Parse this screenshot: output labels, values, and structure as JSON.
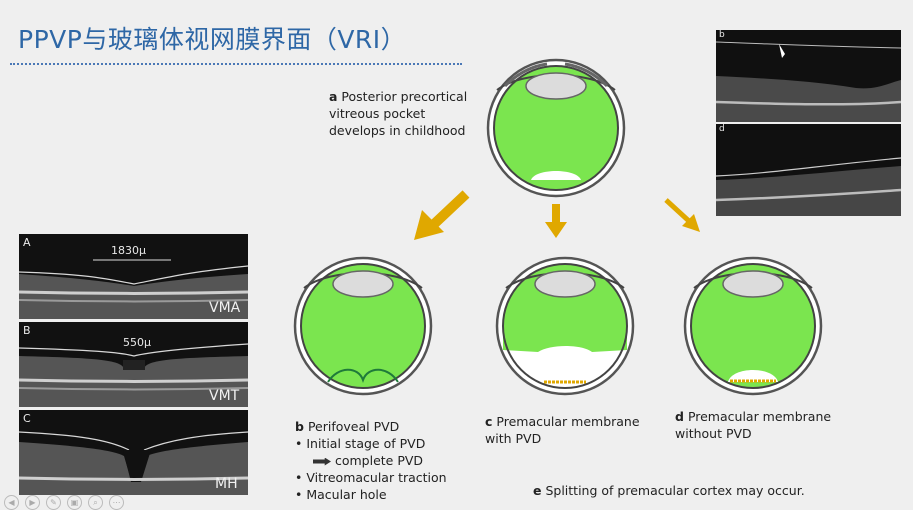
{
  "title": "PPVP与玻璃体视网膜界面（VRI）",
  "captions": {
    "a": {
      "letter": "a",
      "lines": [
        "Posterior precortical",
        "vitreous pocket",
        "develops in childhood"
      ]
    },
    "b": {
      "letter": "b",
      "head": "Perifoveal PVD",
      "bullets": [
        "• Initial stage of PVD",
        "complete PVD",
        "• Vitreomacular traction",
        "• Macular hole"
      ]
    },
    "c": {
      "letter": "c",
      "lines": [
        "Premacular membrane",
        "with PVD"
      ]
    },
    "d": {
      "letter": "d",
      "lines": [
        "Premacular membrane",
        "without PVD"
      ]
    },
    "e": {
      "letter": "e",
      "text": "Splitting of premacular cortex may occur."
    }
  },
  "oct_left": [
    {
      "letter": "A",
      "label": "VMA",
      "measure": "1830μ"
    },
    {
      "letter": "B",
      "label": "VMT",
      "measure": "550μ"
    },
    {
      "letter": "C",
      "label": "MH"
    }
  ],
  "oct_right": [
    {
      "letter": "b"
    },
    {
      "letter": "d"
    }
  ],
  "colors": {
    "vitreous": "#7be54f",
    "arrow": "#e0a800",
    "title": "#2e67a6"
  },
  "toolbar_icons": [
    "prev-icon",
    "next-icon",
    "pen-icon",
    "copy-icon",
    "zoom-icon",
    "menu-icon"
  ]
}
